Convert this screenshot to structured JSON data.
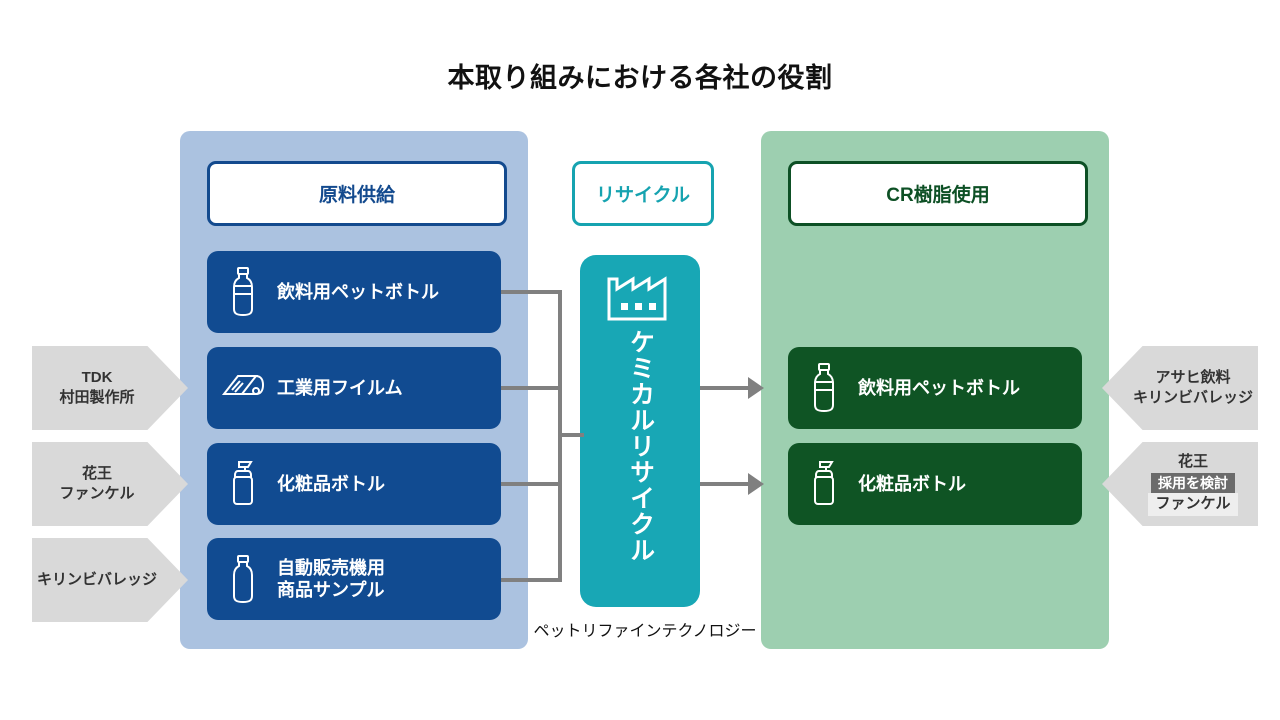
{
  "title": "本取り組みにおける各社の役割",
  "colors": {
    "supply_panel": "#abc2e0",
    "use_panel": "#9dcfb0",
    "blue_card": "#114b91",
    "green_card": "#0f5424",
    "teal": "#18a7b5",
    "connector_gray": "#808080",
    "chevron_gray": "#d9d9d9",
    "badge_dark": "#6b6b6b"
  },
  "supply_panel": {
    "header": "原料供給",
    "cards": [
      {
        "label": "飲料用ペットボトル",
        "icon": "pet-bottle-icon"
      },
      {
        "label": "工業用フイルム",
        "icon": "film-roll-icon"
      },
      {
        "label": "化粧品ボトル",
        "icon": "pump-bottle-icon"
      },
      {
        "label": "自動販売機用\n商品サンプル",
        "icon": "sample-bottle-icon"
      }
    ]
  },
  "recycle": {
    "pill_label": "リサイクル",
    "box_label": "ケミカルリサイクル",
    "box_icon": "factory-icon",
    "caption": "ペットリファインテクノロジー"
  },
  "use_panel": {
    "header": "CR樹脂使用",
    "cards": [
      {
        "label": "飲料用ペットボトル",
        "icon": "pet-bottle-icon"
      },
      {
        "label": "化粧品ボトル",
        "icon": "pump-bottle-icon"
      }
    ]
  },
  "suppliers": [
    {
      "lines": [
        "TDK",
        "村田製作所"
      ]
    },
    {
      "lines": [
        "花王",
        "ファンケル"
      ]
    },
    {
      "lines": [
        "キリンビバレッジ"
      ]
    }
  ],
  "users": [
    {
      "lines": [
        "アサヒ飲料",
        "キリンビバレッジ"
      ]
    },
    {
      "lines": [
        "花王"
      ],
      "badge": "採用を検討",
      "sub": "ファンケル"
    }
  ]
}
